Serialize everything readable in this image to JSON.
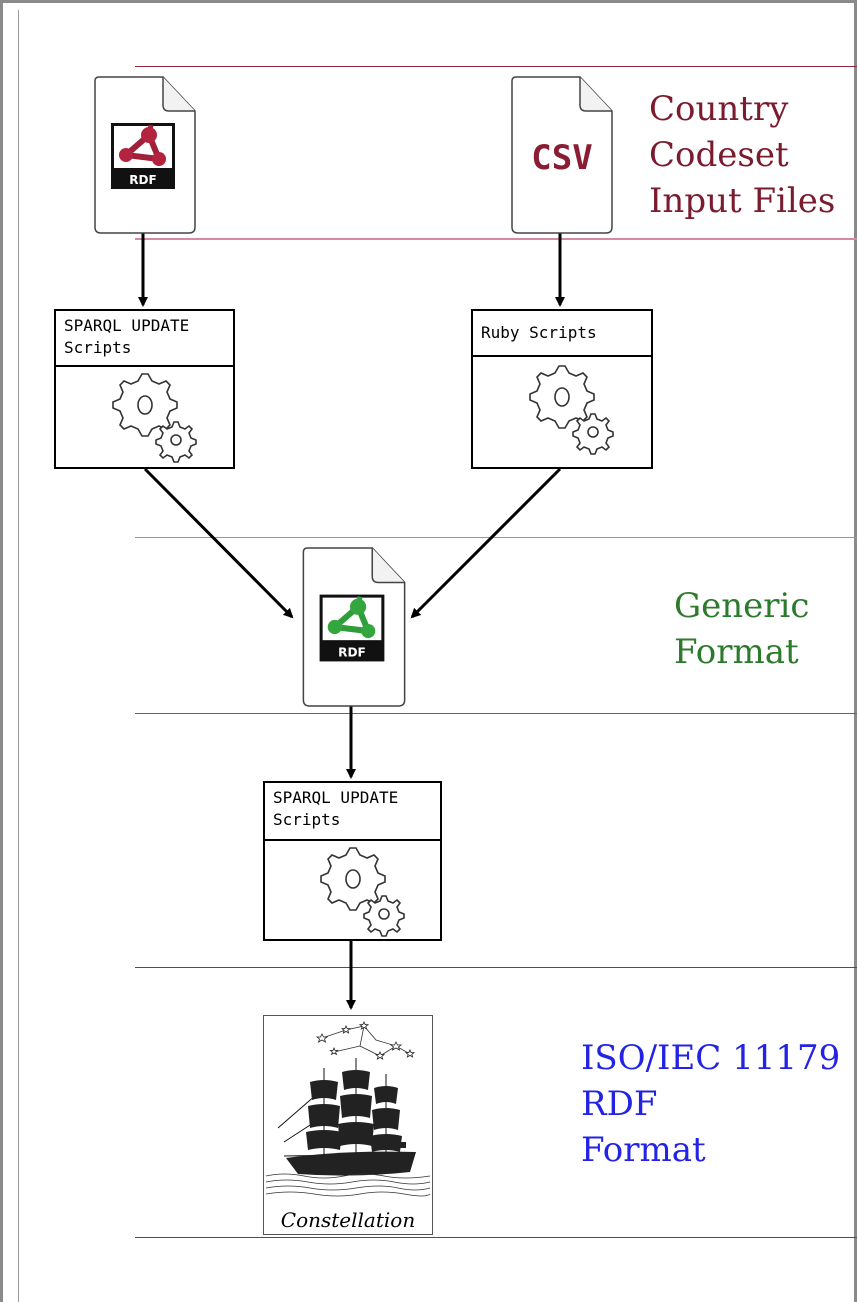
{
  "colors": {
    "input_stage": "#7a1b2e",
    "generic_stage": "#2c7a2c",
    "iso_stage": "#2323e6",
    "rdf_red": "#a0203a",
    "rdf_green": "#2f9e3a"
  },
  "stages": {
    "input": {
      "lines": [
        "Country",
        "Codeset",
        "Input Files"
      ]
    },
    "generic": {
      "lines": [
        "Generic",
        "Format"
      ]
    },
    "iso": {
      "lines": [
        "ISO/IEC 11179",
        "RDF",
        "Format"
      ]
    }
  },
  "files": {
    "rdf_input": {
      "badge": "RDF",
      "icon": "rdf-logo-icon"
    },
    "csv_input": {
      "text": "CSV",
      "icon": "csv-file-icon"
    },
    "rdf_generic": {
      "badge": "RDF",
      "icon": "rdf-logo-icon"
    }
  },
  "processes": {
    "sparql_update_1": {
      "title": "SPARQL UPDATE\nScripts",
      "icon": "gears-icon"
    },
    "ruby_scripts": {
      "title": "Ruby Scripts",
      "icon": "gears-icon"
    },
    "sparql_update_2": {
      "title": "SPARQL UPDATE\nScripts",
      "icon": "gears-icon"
    }
  },
  "output": {
    "caption": "Constellation",
    "icon": "ship-constellation-icon"
  }
}
